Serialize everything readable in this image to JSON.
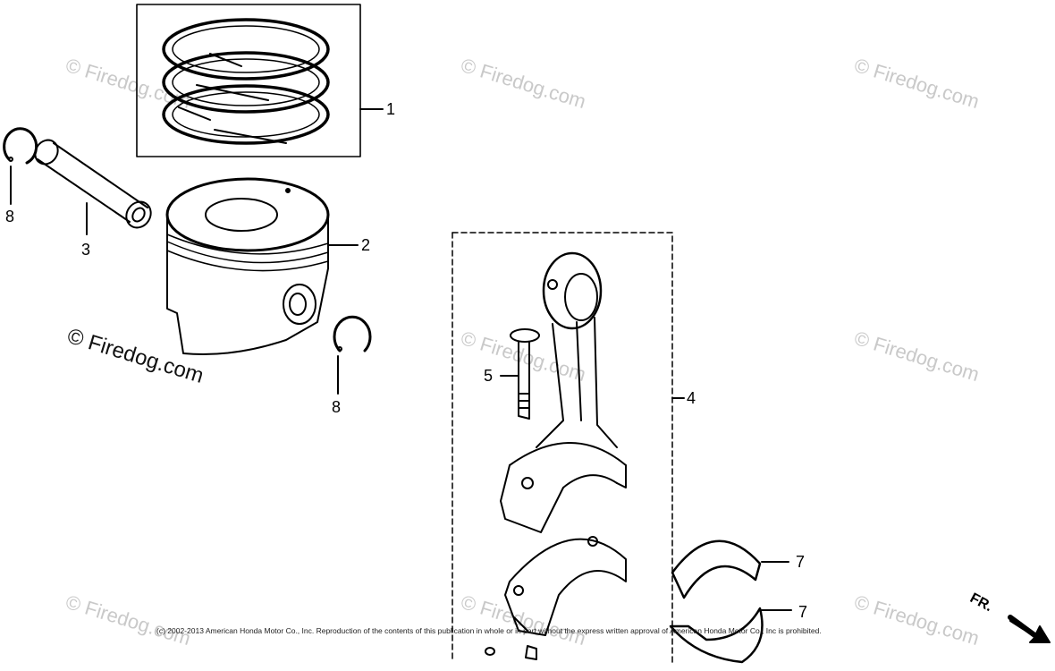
{
  "watermark": {
    "text": "© Firedog.com"
  },
  "callouts": {
    "c1": "1",
    "c2": "2",
    "c3": "3",
    "c4": "4",
    "c5": "5",
    "c7a": "7",
    "c7b": "7",
    "c8a": "8",
    "c8b": "8"
  },
  "direction_marker": "FR.",
  "copyright": "(c) 2002-2013 American Honda Motor Co., Inc. Reproduction of the contents of this publication in whole or in part without the express written approval of American Honda Motor Co., Inc is prohibited.",
  "colors": {
    "line": "#000000",
    "watermark": "#c9c9c9"
  }
}
